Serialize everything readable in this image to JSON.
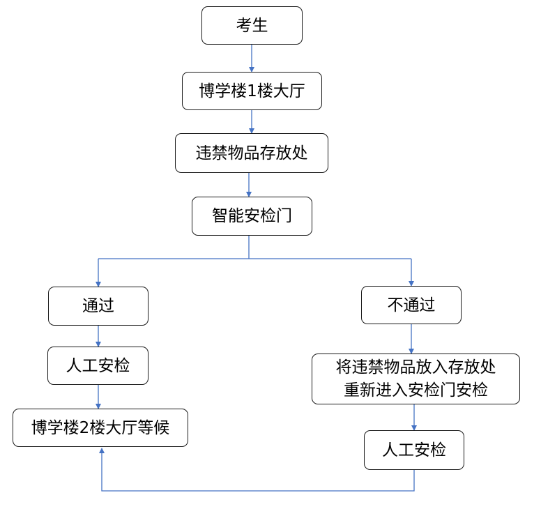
{
  "diagram": {
    "line_color": "#4472C4",
    "nodes": {
      "examinee": "考生",
      "hall_1f": "博学楼1楼大厅",
      "storage": "违禁物品存放处",
      "smart_gate": "智能安检门",
      "pass": "通过",
      "fail": "不通过",
      "manual_left": "人工安检",
      "wait_2f": "博学楼2楼大厅等候",
      "store_reenter_line1": "将违禁物品放入存放处",
      "store_reenter_line2": "重新进入安检门安检",
      "manual_right": "人工安检"
    }
  }
}
